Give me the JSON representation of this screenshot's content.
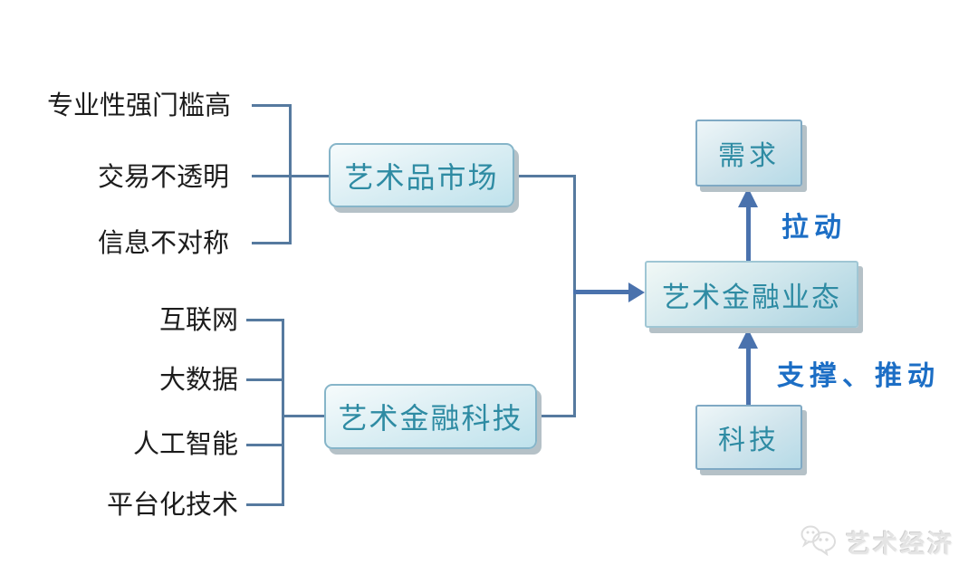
{
  "diagram": {
    "market_factors": [
      "专业性强门槛高",
      "交易不透明",
      "信息不对称"
    ],
    "tech_factors": [
      "互联网",
      "大数据",
      "人工智能",
      "平台化技术"
    ],
    "nodes": {
      "art_market": "艺术品市场",
      "art_fintech": "艺术金融科技",
      "ecosystem": "艺术金融业态",
      "demand": "需求",
      "technology": "科技"
    },
    "arrow_labels": {
      "pull": "拉动",
      "support": "支撑、推动"
    }
  },
  "watermark": {
    "label": "艺术经济",
    "icon": "wechat-icon"
  },
  "colors": {
    "connector": "#567a9f",
    "arrow": "#4a72ad",
    "node_text": "#2e8ba3",
    "node_border": "#86b5c9",
    "node_fill_top": "#f6fbfc",
    "node_fill_bottom": "#bfe2ec",
    "node_shadow": "#b5c1c7",
    "arrow_label_text": "#1c6ec5",
    "side_label_text": "#1c1c1c",
    "watermark_gray": "#e0e0e0"
  }
}
